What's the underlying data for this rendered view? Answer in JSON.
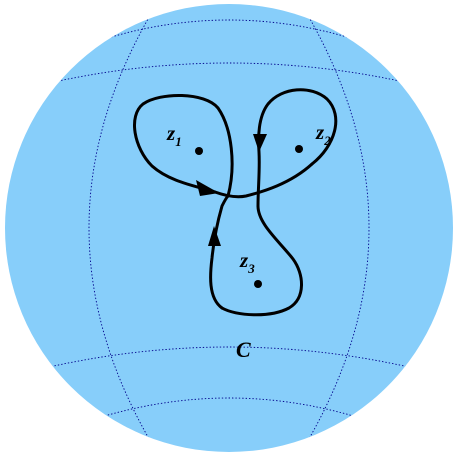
{
  "colors": {
    "sphere_fill": "#87CEFA",
    "grid_line": "#00008B",
    "curve": "#000000",
    "background": "#FFFFFF"
  },
  "points": [
    {
      "name": "z",
      "sub": "1"
    },
    {
      "name": "z",
      "sub": "2"
    },
    {
      "name": "z",
      "sub": "3"
    }
  ],
  "contour_label": "C"
}
